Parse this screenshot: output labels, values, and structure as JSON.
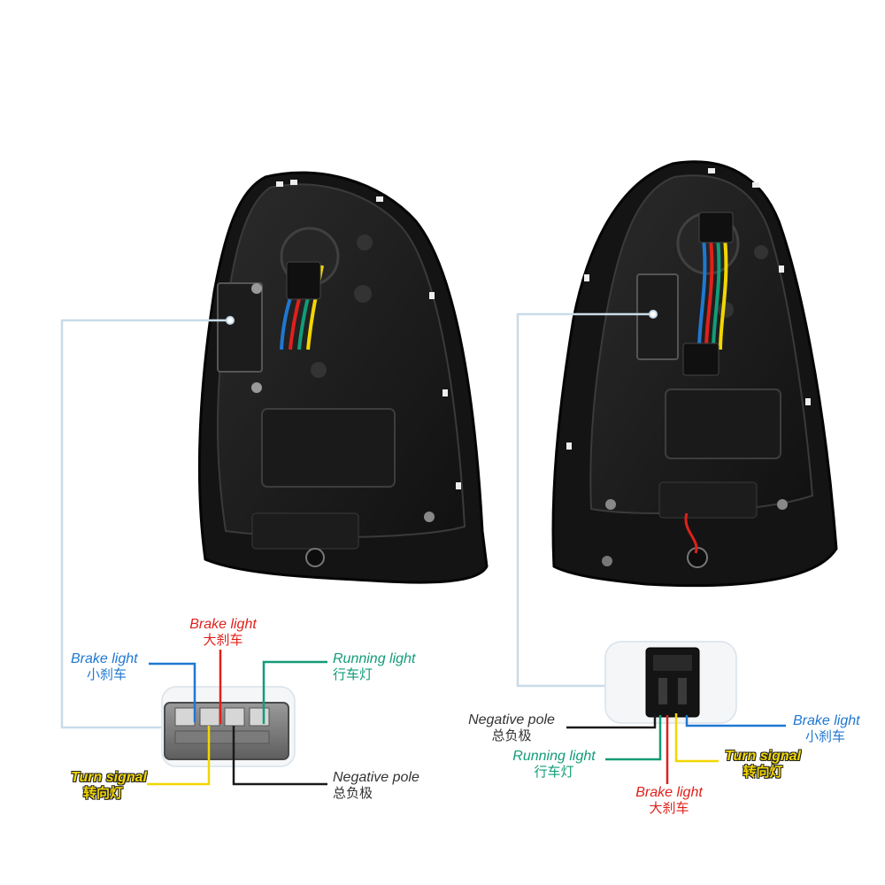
{
  "colors": {
    "blue": "#1f78d1",
    "red": "#e0201b",
    "green": "#129c78",
    "yellow": "#f2d600",
    "black": "#1a1a1a",
    "connector_line": "#c9dbe8"
  },
  "left_diagram": {
    "brake_light_small": {
      "en": "Brake light",
      "zh": "小刹车"
    },
    "brake_light_big": {
      "en": "Brake light",
      "zh": "大刹车"
    },
    "running_light": {
      "en": "Running light",
      "zh": "行车灯"
    },
    "turn_signal": {
      "en": "Turn signal",
      "zh": "转向灯"
    },
    "negative_pole": {
      "en": "Negative pole",
      "zh": "总负极"
    }
  },
  "right_diagram": {
    "negative_pole": {
      "en": "Negative pole",
      "zh": "总负极"
    },
    "brake_light_small": {
      "en": "Brake light",
      "zh": "小刹车"
    },
    "running_light": {
      "en": "Running light",
      "zh": "行车灯"
    },
    "turn_signal": {
      "en": "Turn signal",
      "zh": "转向灯"
    },
    "brake_light_big": {
      "en": "Brake light",
      "zh": "大刹车"
    }
  }
}
